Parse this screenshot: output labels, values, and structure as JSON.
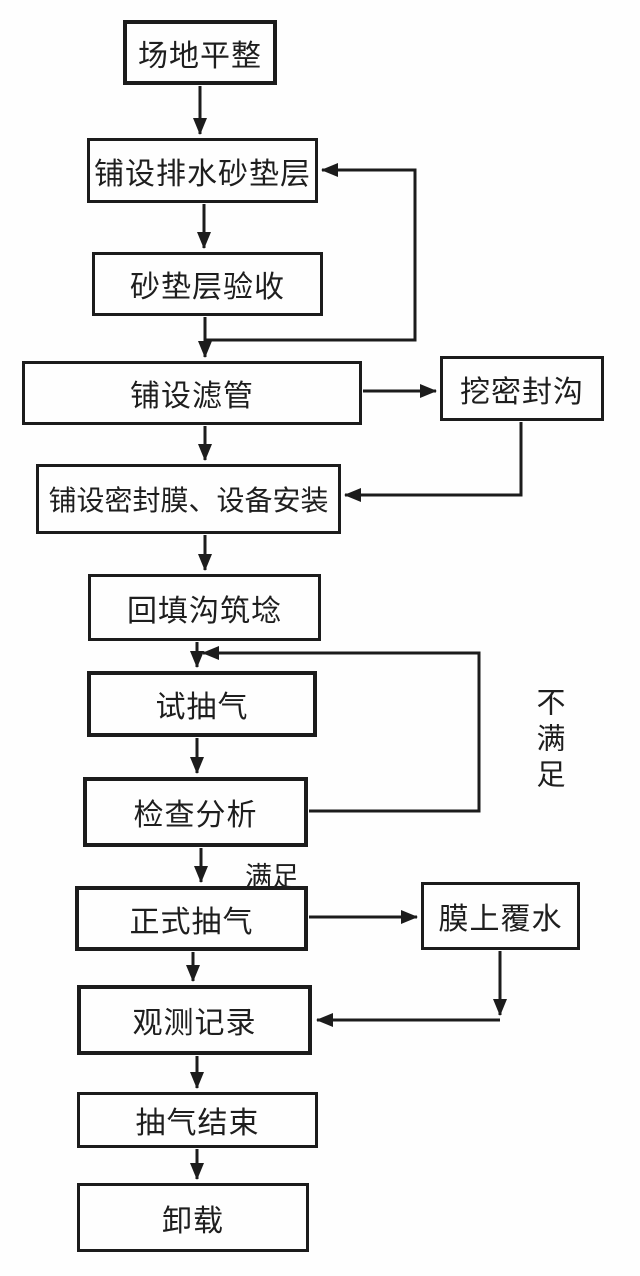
{
  "diagram": {
    "type": "flowchart",
    "background_color": "#fefefe",
    "line_color": "#1c1c1c",
    "text_color": "#1e1e1e",
    "nodes": [
      {
        "id": "site-leveling",
        "label": "场地平整"
      },
      {
        "id": "lay-drainage-sand-cushion",
        "label": "铺设排水砂垫层"
      },
      {
        "id": "sand-cushion-acceptance",
        "label": "砂垫层验收"
      },
      {
        "id": "lay-filter-pipes",
        "label": "铺设滤管"
      },
      {
        "id": "dig-sealing-trench",
        "label": "挖密封沟"
      },
      {
        "id": "lay-sealing-membrane-install",
        "label": "铺设密封膜、设备安装"
      },
      {
        "id": "backfill-trench-embankment",
        "label": "回填沟筑埝"
      },
      {
        "id": "trial-air-pumping",
        "label": "试抽气"
      },
      {
        "id": "inspection-analysis",
        "label": "检查分析"
      },
      {
        "id": "formal-air-pumping",
        "label": "正式抽气"
      },
      {
        "id": "water-cover-on-membrane",
        "label": "膜上覆水"
      },
      {
        "id": "observation-record",
        "label": "观测记录"
      },
      {
        "id": "air-pumping-end",
        "label": "抽气结束"
      },
      {
        "id": "unloading",
        "label": "卸载"
      }
    ],
    "edge_labels": [
      {
        "id": "not-satisfied",
        "label": "不满足"
      },
      {
        "id": "satisfied",
        "label": "满足"
      }
    ]
  }
}
